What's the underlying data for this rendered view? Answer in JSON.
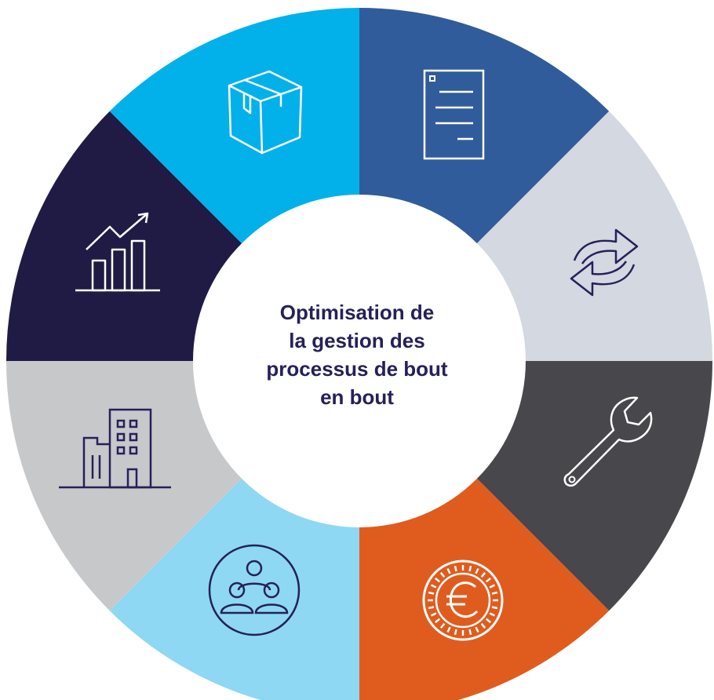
{
  "diagram": {
    "title_lines": [
      "Optimisation de",
      "la gestion des",
      "processus de bout",
      "en bout"
    ],
    "segments": [
      {
        "name": "document",
        "color": "#315c9b",
        "icon": "document-icon"
      },
      {
        "name": "sync",
        "color": "#d3d8e1",
        "icon": "sync-arrows-icon"
      },
      {
        "name": "maintenance",
        "color": "#48484c",
        "icon": "wrench-icon"
      },
      {
        "name": "finance",
        "color": "#df5c1e",
        "icon": "euro-coin-icon"
      },
      {
        "name": "people",
        "color": "#8ed8f3",
        "icon": "people-group-icon"
      },
      {
        "name": "buildings",
        "color": "#c7c8ca",
        "icon": "buildings-icon"
      },
      {
        "name": "growth",
        "color": "#1f1b44",
        "icon": "growth-chart-icon"
      },
      {
        "name": "package",
        "color": "#03b1ea",
        "icon": "package-box-icon"
      }
    ],
    "center_color": "#ffffff",
    "text_color": "#26205a"
  }
}
